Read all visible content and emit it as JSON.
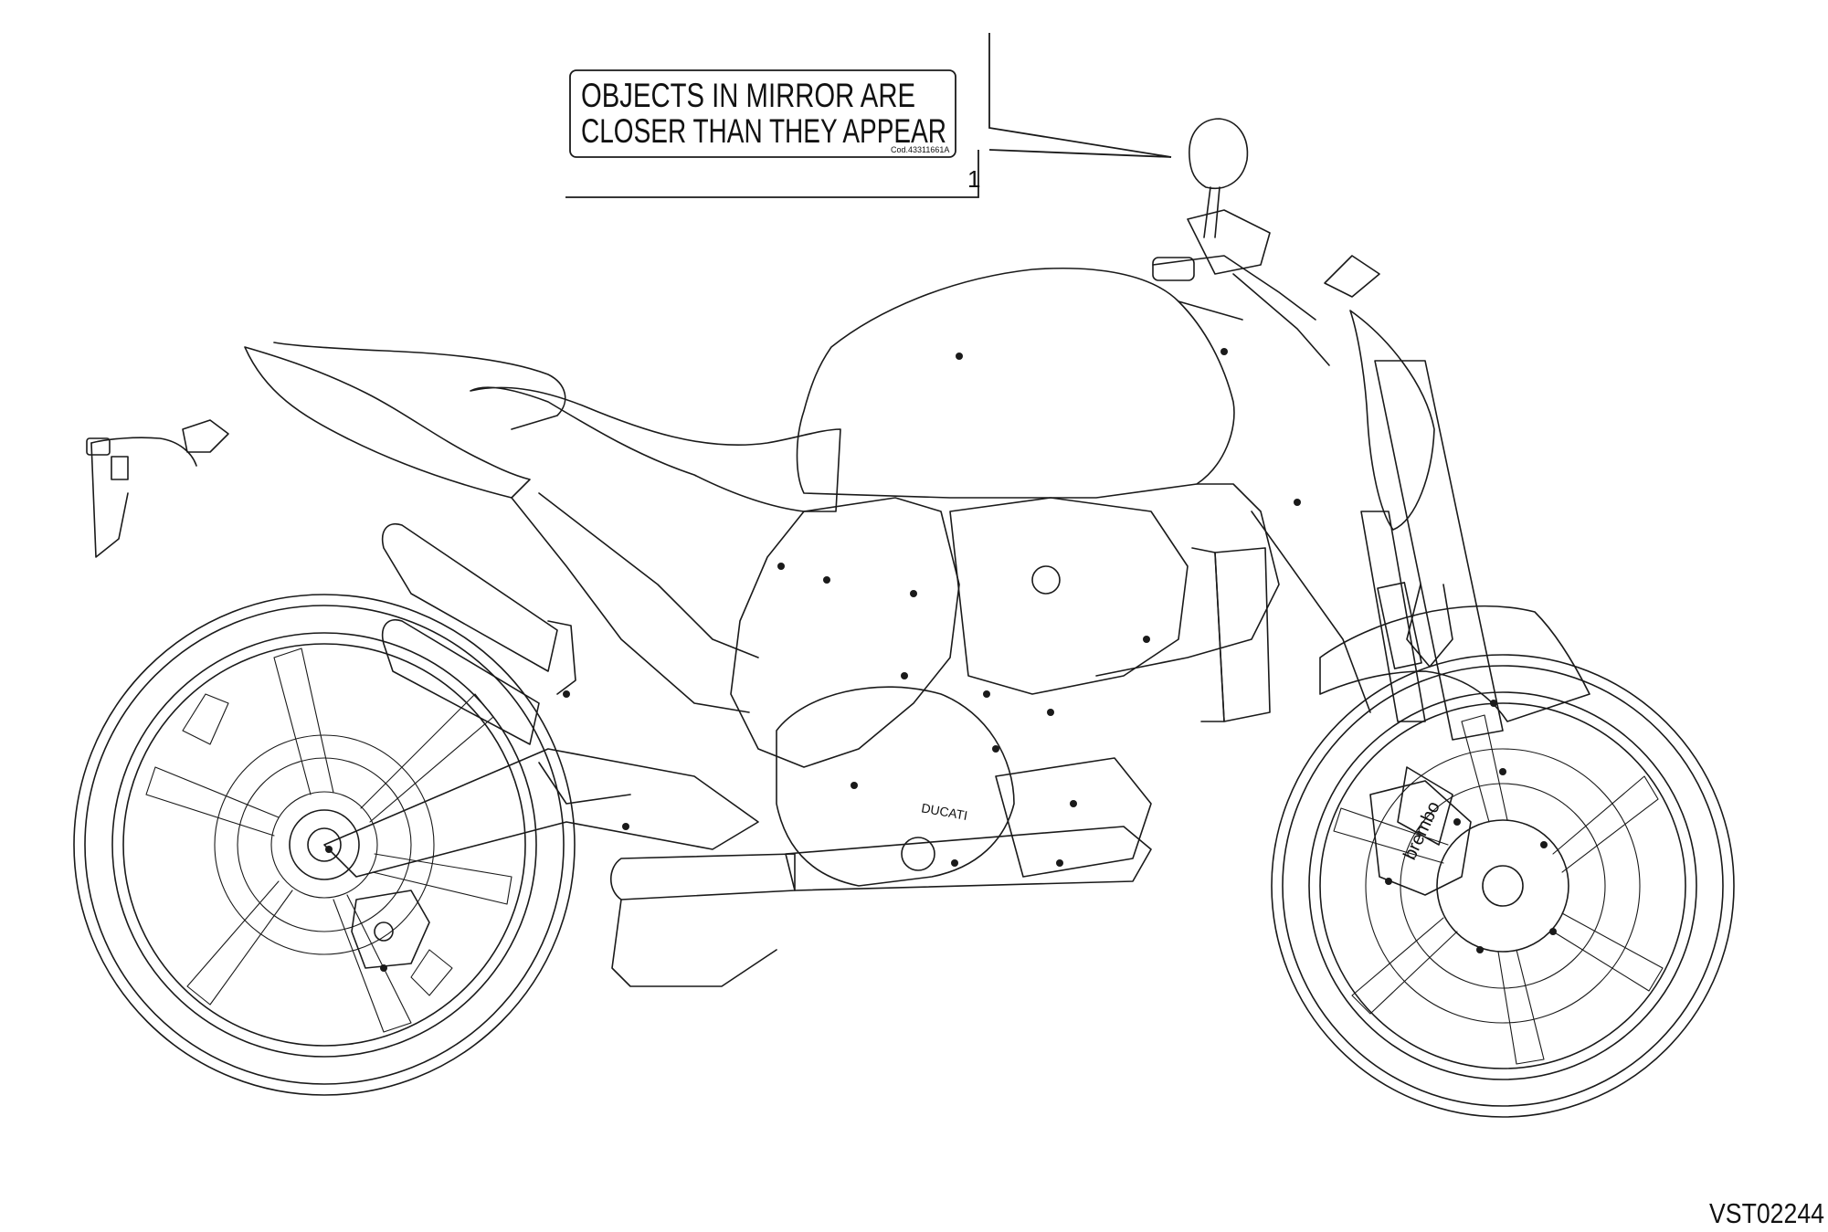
{
  "label": {
    "line1": "OBJECTS IN MIRROR ARE",
    "line2": "CLOSER THAN THEY APPEAR",
    "code": "Cod.43311661A"
  },
  "callout": {
    "number": "1"
  },
  "engine_logo": "DUCATI",
  "caliper_logo": "brembo",
  "reference_code": "VST02244"
}
